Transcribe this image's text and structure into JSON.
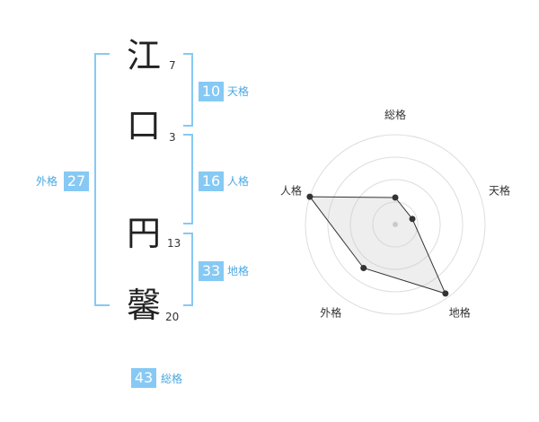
{
  "name": {
    "chars": [
      {
        "char": "江",
        "strokes": "7"
      },
      {
        "char": "口",
        "strokes": "3"
      },
      {
        "char": "円",
        "strokes": "13"
      },
      {
        "char": "馨",
        "strokes": "20"
      }
    ]
  },
  "fortunes": {
    "tenkaku": {
      "value": "10",
      "label": "天格"
    },
    "jinkaku": {
      "value": "16",
      "label": "人格"
    },
    "chikaku": {
      "value": "33",
      "label": "地格"
    },
    "gaikaku": {
      "value": "27",
      "label": "外格"
    },
    "soukaku": {
      "value": "43",
      "label": "総格"
    }
  },
  "colors": {
    "accent": "#86c9f4",
    "bracket": "#86c9f4",
    "label": "#4aa8e0"
  },
  "chart_data": {
    "type": "radar",
    "axes": [
      "総格",
      "天格",
      "地格",
      "外格",
      "人格"
    ],
    "values": [
      0.3,
      0.2,
      0.95,
      0.6,
      1.0
    ],
    "range": [
      0,
      1
    ],
    "rings": 4
  }
}
